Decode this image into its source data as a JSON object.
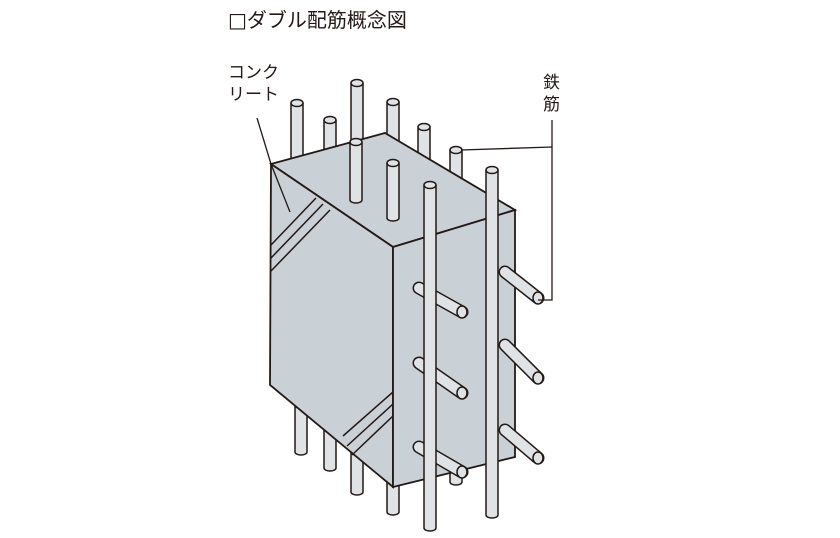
{
  "title": "□ダブル配筋概念図",
  "labels": {
    "concrete_line1": "コンク",
    "concrete_line2": "リート",
    "rebar_line1": "鉄",
    "rebar_line2": "筋"
  },
  "colors": {
    "concrete": "#c9d0d6",
    "rebar": "#dfe3e6",
    "stroke": "#231815"
  }
}
